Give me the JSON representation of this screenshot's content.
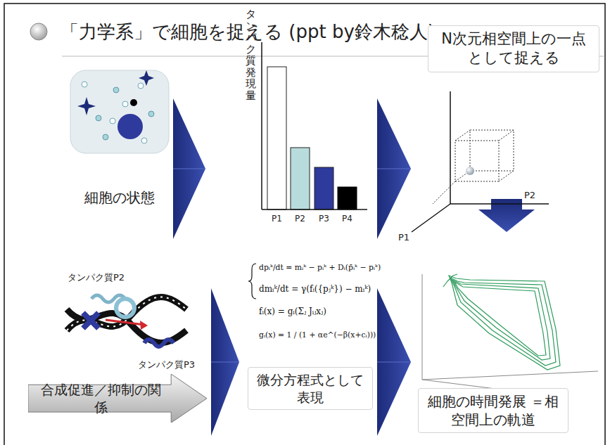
{
  "diagram": {
    "title": "「力学系」で細胞を捉える (ppt by鈴木稔人)",
    "nodes": [
      {
        "text": [
          "N次元相空間上の一点として捉える"
        ]
      },
      {
        "text": [
          "合成促進／抑制の関係"
        ]
      },
      {
        "text": [
          "微分方程式として表現"
        ]
      },
      {
        "text": [
          "細胞の時間発展 ＝相空間上の軌道"
        ]
      }
    ],
    "labels": [
      "細胞の状態",
      "タンパク質発現量",
      "P1",
      "P2",
      "P3",
      "P4",
      "P2",
      "P1",
      "タンパク質P2",
      "タンパク質P3",
      "dpᵢᵏ/dt = mᵢᵏ − pᵢᵏ + Dᵢ(p̄ᵢᵏ − pᵢᵏ)",
      "dmᵢᵏ/dt = γ(fᵢ({pⱼᵏ}) − mᵢᵏ)",
      "fᵢ(x) = gᵢ(Σⱼ Jᵢⱼxⱼ)",
      "gᵢ(x) = 1 / (1 + αe^(−β(x+cᵢ)))"
    ]
  }
}
